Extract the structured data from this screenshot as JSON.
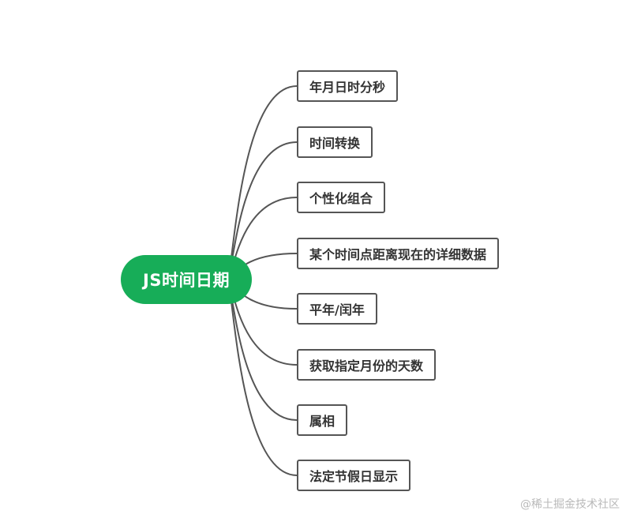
{
  "diagram": {
    "root": {
      "label": "JS时间日期",
      "color": "#17ad58"
    },
    "branches": [
      {
        "label": "年月日时分秒"
      },
      {
        "label": "时间转换"
      },
      {
        "label": "个性化组合"
      },
      {
        "label": "某个时间点距离现在的详细数据"
      },
      {
        "label": "平年/闰年"
      },
      {
        "label": "获取指定月份的天数"
      },
      {
        "label": "属相"
      },
      {
        "label": "法定节假日显示"
      }
    ],
    "line_color": "#555555"
  },
  "watermark": {
    "text": "@稀土掘金技术社区"
  }
}
